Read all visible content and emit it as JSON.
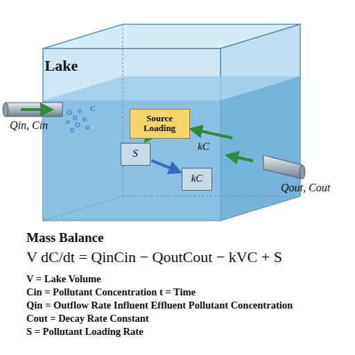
{
  "diagram": {
    "nodes": [
      {
        "text": [
          "Lake"
        ]
      },
      {
        "text": [
          "Source Loading"
        ],
        "in": 0
      },
      {
        "text": [
          "S"
        ],
        "in": 0
      },
      {
        "text": [
          "kC"
        ],
        "in": 0
      }
    ],
    "edges": [
      {
        "from": 1,
        "to": 2,
        "arrow": "to"
      },
      {
        "from": 2,
        "to": 3,
        "arrow": "to"
      }
    ],
    "labels": [
      "Qin, Cin",
      "C",
      "kC",
      "Qout, Cout",
      "Mass Balance",
      "V dC/dt = QinCin − QoutCout − kVC + S",
      "V = Lake Volume",
      "Cin = Pollutant Concentration t = Time",
      "Qin = Outflow Rate Influent Effluent Pollutant Concentration",
      "Cout = Decay Rate Constant",
      "S = Pollutant Loading Rate"
    ]
  }
}
